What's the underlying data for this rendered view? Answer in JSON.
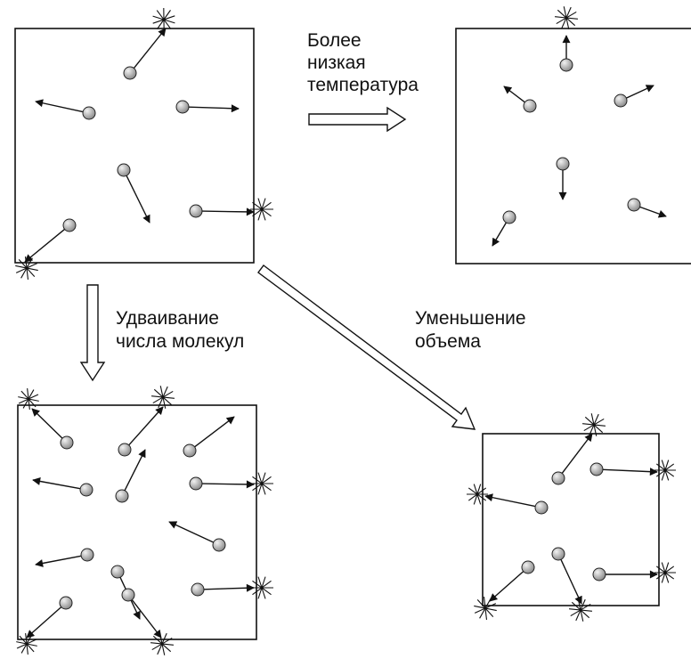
{
  "labels": {
    "temperature_line1": "Более",
    "temperature_line2": "низкая",
    "temperature_line3": "температура",
    "double_line1": "Удваивание",
    "double_line2": "числа молекул",
    "volume_line1": "Уменьшение",
    "volume_line2": "объема"
  },
  "colors": {
    "stroke": "#111111",
    "ball_light": "#f2f2f2",
    "ball_dark": "#8a8a8a"
  }
}
